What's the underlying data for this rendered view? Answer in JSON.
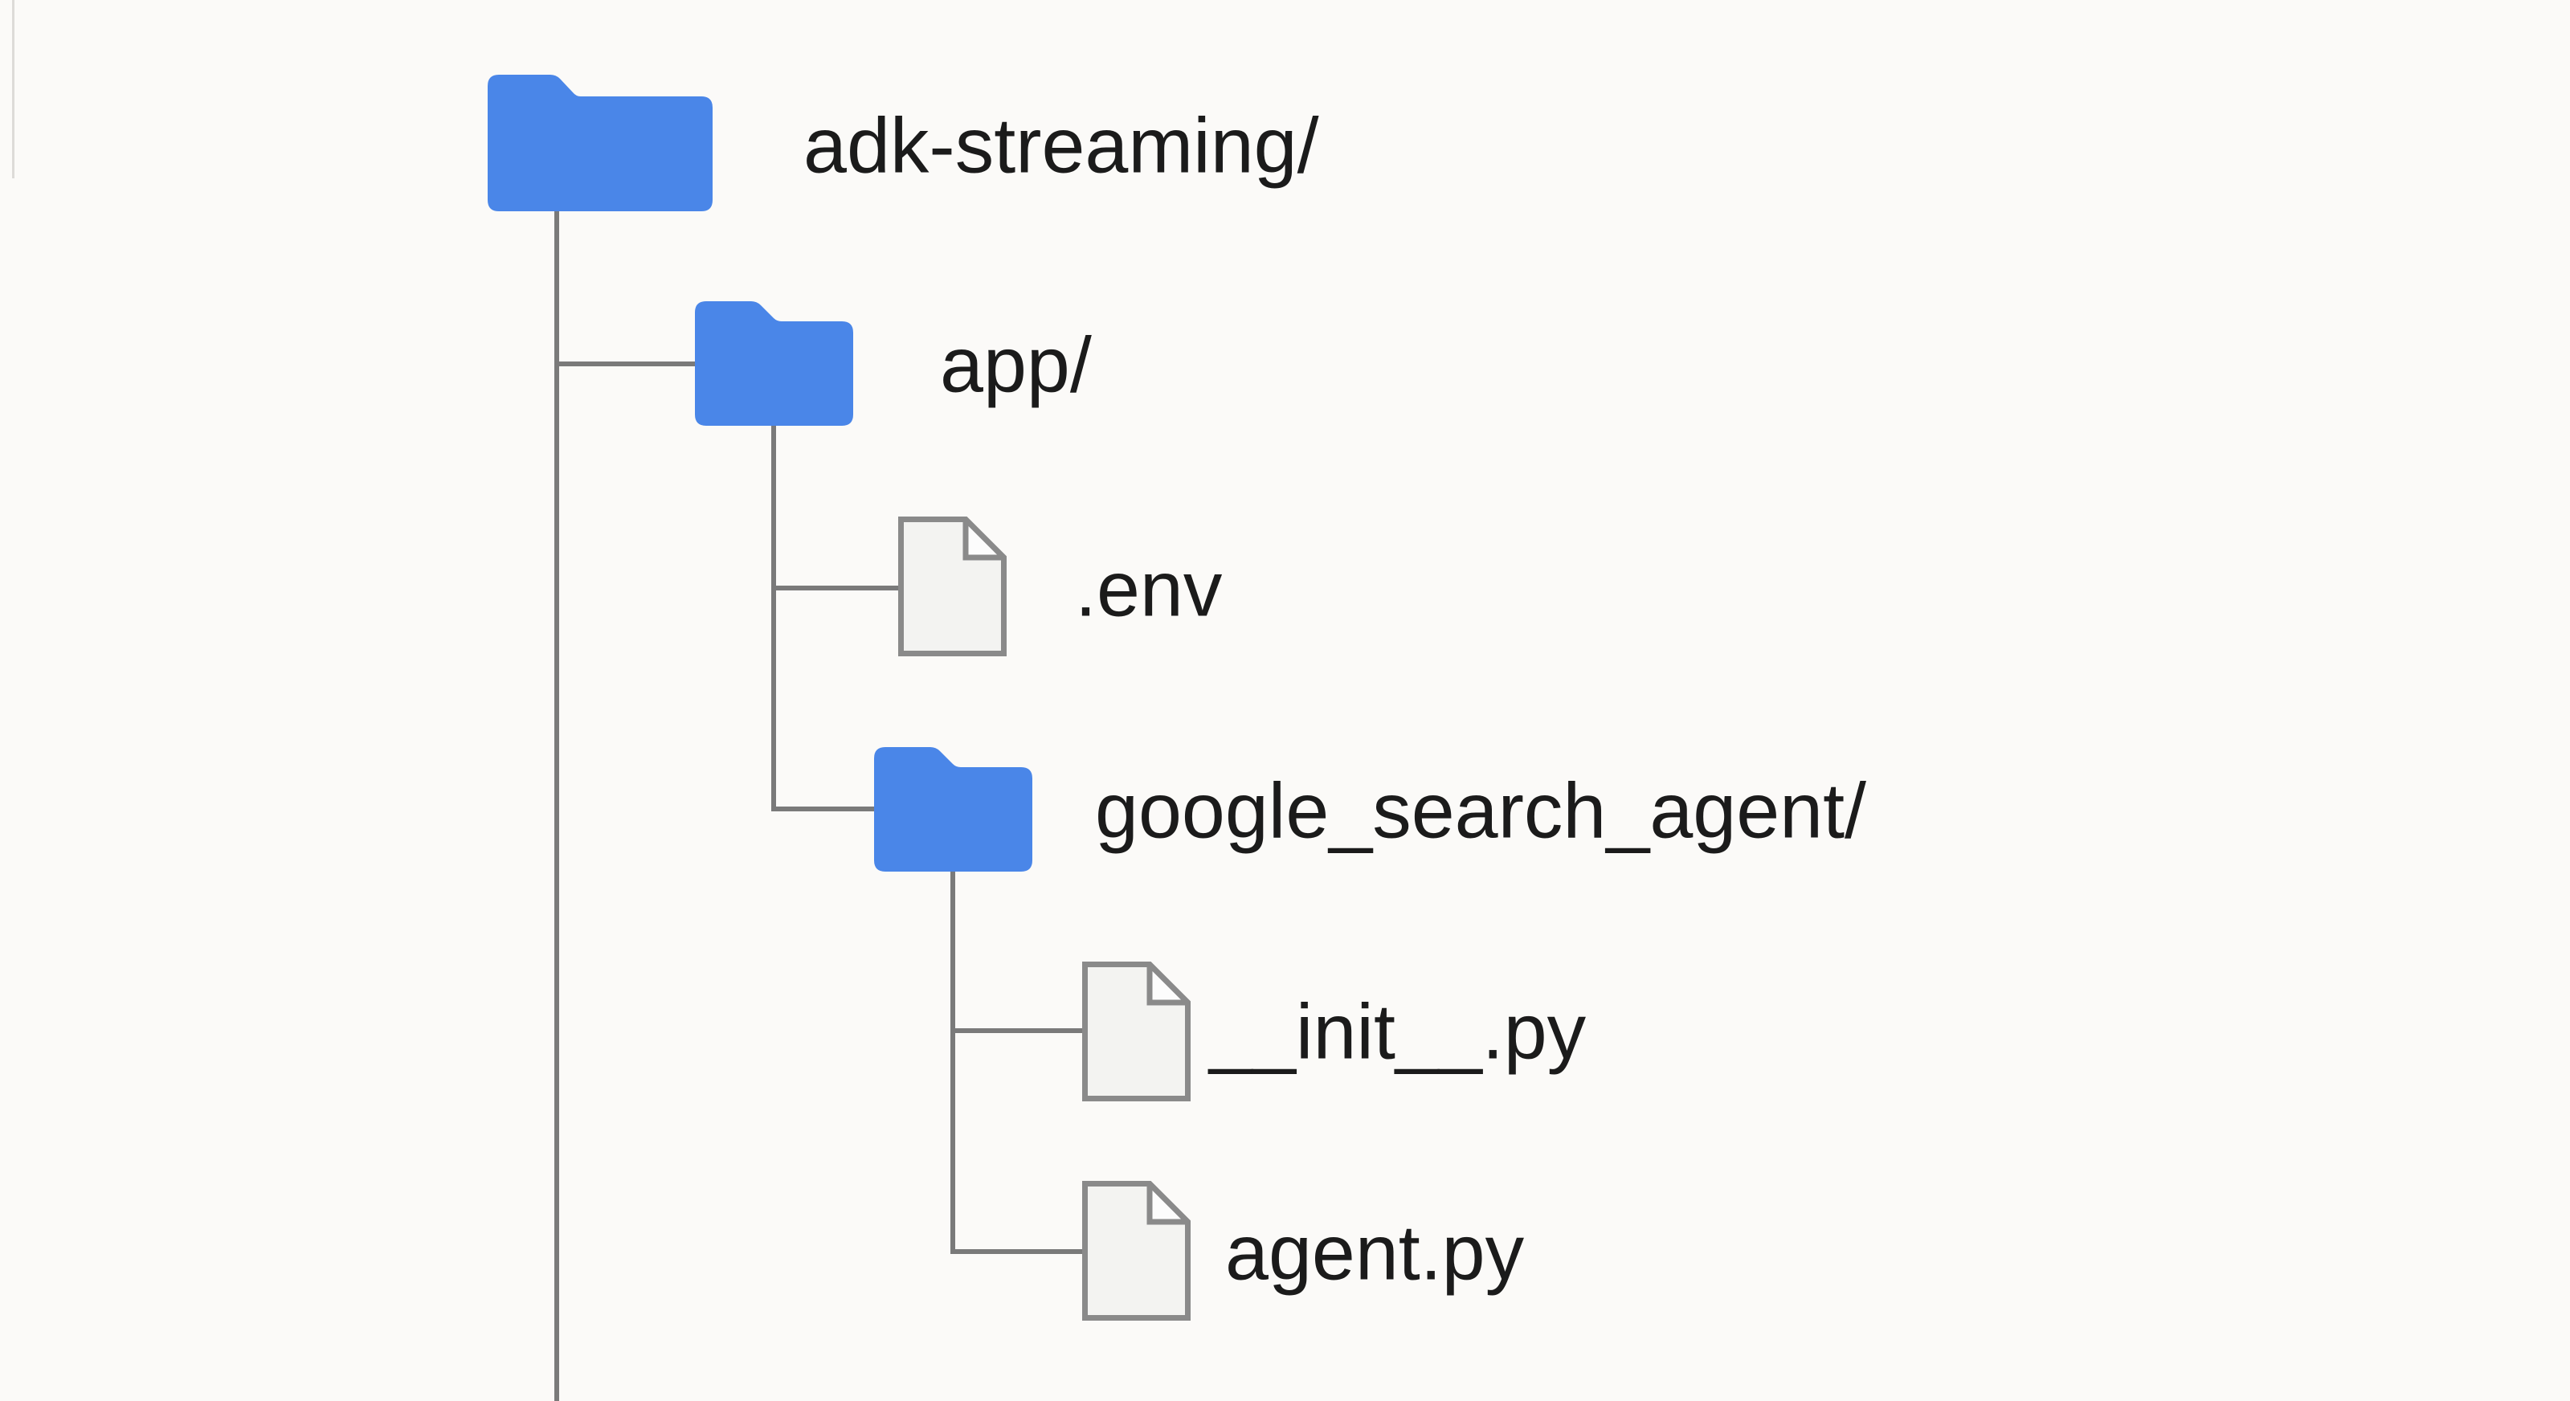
{
  "colors": {
    "background": "#fbfaf8",
    "folder_blue": "#4a86e8",
    "line_gray": "#7a7a7a",
    "file_fill": "#f3f3f1",
    "file_flap": "#fcfcfc",
    "file_stroke": "#8a8a8a",
    "text": "#1b1b1b"
  },
  "icons": {
    "folder": "folder-icon",
    "file": "file-icon"
  },
  "nodes": {
    "root": {
      "label": "adk-streaming/",
      "type": "folder",
      "depth": 0
    },
    "app": {
      "label": "app/",
      "type": "folder",
      "depth": 1
    },
    "env": {
      "label": ".env",
      "type": "file",
      "depth": 2
    },
    "gsa": {
      "label": "google_search_agent/",
      "type": "folder",
      "depth": 2
    },
    "init": {
      "label": "__init__.py",
      "type": "file",
      "depth": 3
    },
    "agent": {
      "label": "agent.py",
      "type": "file",
      "depth": 3
    }
  }
}
